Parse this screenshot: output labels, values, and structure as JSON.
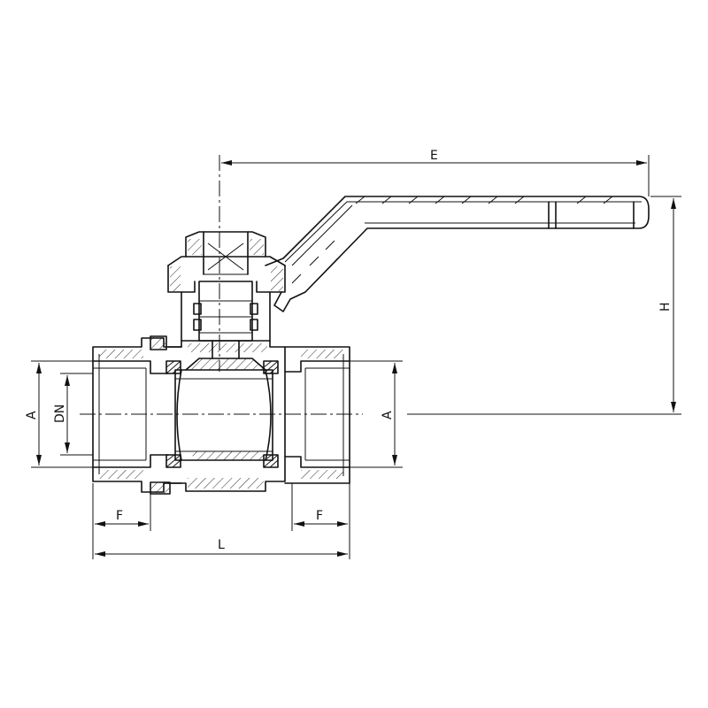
{
  "labels": {
    "e": "E",
    "h": "H",
    "a_left": "A",
    "dn": "DN",
    "a_right": "A",
    "f_left": "F",
    "f_right": "F",
    "l": "L"
  },
  "colors": {
    "line": "#111111",
    "background": "#ffffff"
  }
}
